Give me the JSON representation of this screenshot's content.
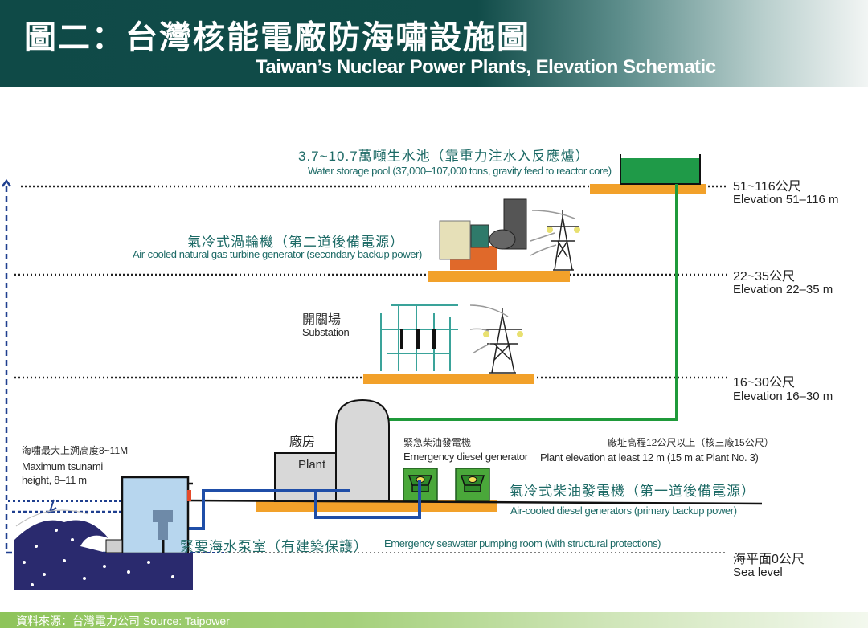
{
  "header": {
    "title_zh": "圖二：台灣核能電廠防海嘯設施圖",
    "title_en": "Taiwan’s Nuclear Power Plants, Elevation Schematic"
  },
  "elevations": [
    {
      "zh": "51~116公尺",
      "en": "Elevation 51–116 m"
    },
    {
      "zh": "22~35公尺",
      "en": "Elevation 22–35 m"
    },
    {
      "zh": "16~30公尺",
      "en": "Elevation 16–30 m"
    },
    {
      "zh": "海平面0公尺",
      "en": "Sea level"
    }
  ],
  "facilities": {
    "water_pool": {
      "zh": "3.7~10.7萬噸生水池（靠重力注水入反應爐）",
      "en": "Water storage pool (37,000–107,000 tons, gravity feed to reactor core)"
    },
    "gas_turbine": {
      "zh": "氣冷式渦輪機（第二道後備電源）",
      "en": "Air-cooled natural gas turbine generator (secondary backup power)"
    },
    "substation": {
      "zh": "開關場",
      "en": "Substation"
    },
    "plant": {
      "zh": "廠房",
      "en": "Plant"
    },
    "emergency_diesel": {
      "zh": "緊急柴油發電機",
      "en": "Emergency diesel generator"
    },
    "plant_elevation": {
      "zh": "廠址高程12公尺以上（核三廠15公尺）",
      "en": "Plant elevation at least 12 m (15 m at Plant No. 3)"
    },
    "aircooled_diesel": {
      "zh": "氣冷式柴油發電機（第一道後備電源）",
      "en": "Air-cooled diesel generators (primary backup power)"
    },
    "tsunami": {
      "zh": "海嘯最大上溯高度8~11M",
      "en_line1": "Maximum tsunami",
      "en_line2": "height, 8–11 m"
    },
    "pump_room": {
      "zh": "緊要海水泵室（有建築保護）",
      "en": "Emergency seawater pumping room (with structural protections)"
    }
  },
  "icons": [
    "water-pool-icon",
    "gas-turbine-icon",
    "transmission-tower-icon",
    "substation-icon",
    "reactor-dome-icon",
    "diesel-generator-icon",
    "tsunami-wave-icon",
    "pump-icon",
    "up-arrow-icon"
  ],
  "colors": {
    "header": "#0f4a47",
    "teal_text": "#1d6a66",
    "platform": "#f2a12a",
    "pipe_green": "#1f9a3a",
    "pipe_blue": "#1f4ea8",
    "sea": "#2a2a6e",
    "footer": "#8ec45a"
  },
  "footer": {
    "source": "資料來源：台灣電力公司  Source: Taipower"
  }
}
